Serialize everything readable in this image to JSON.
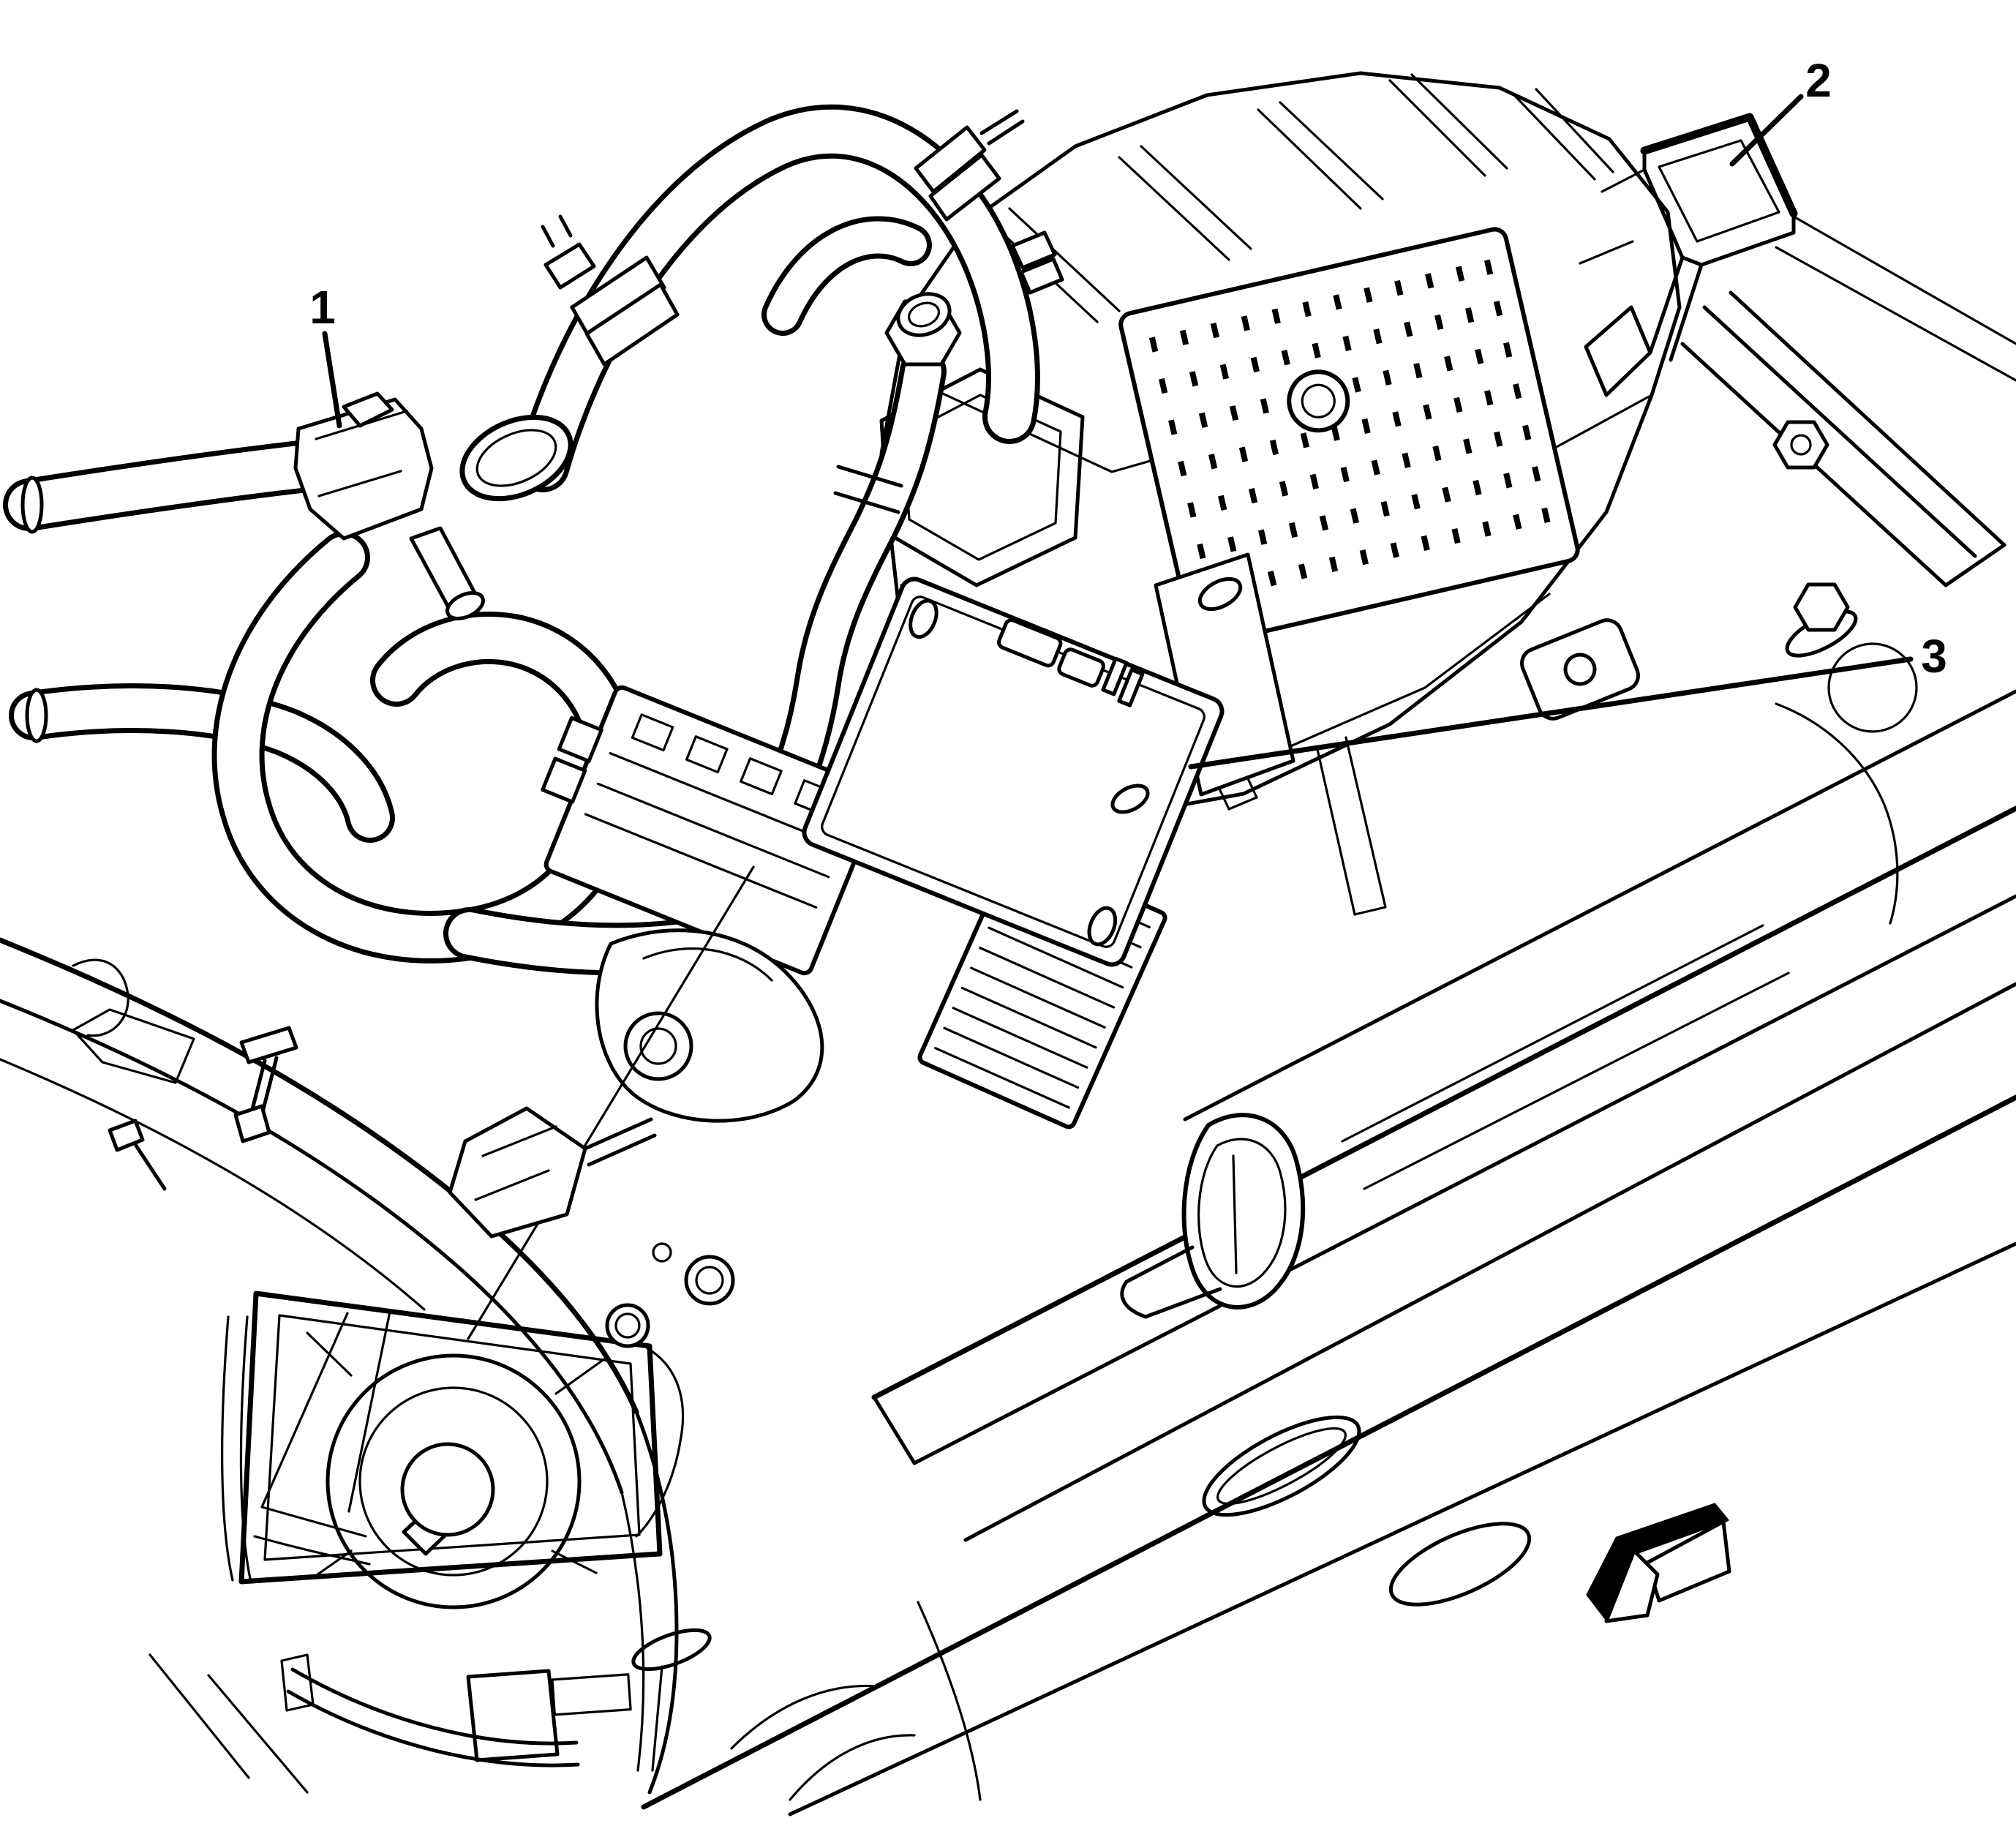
{
  "illustration": {
    "background_color": "#ffffff",
    "line_color": "#000000",
    "callouts": [
      {
        "label": "1"
      },
      {
        "label": "2"
      },
      {
        "label": "3"
      }
    ],
    "icons": {
      "direction_arrow": "block-arrow-pointing-down-left"
    }
  }
}
